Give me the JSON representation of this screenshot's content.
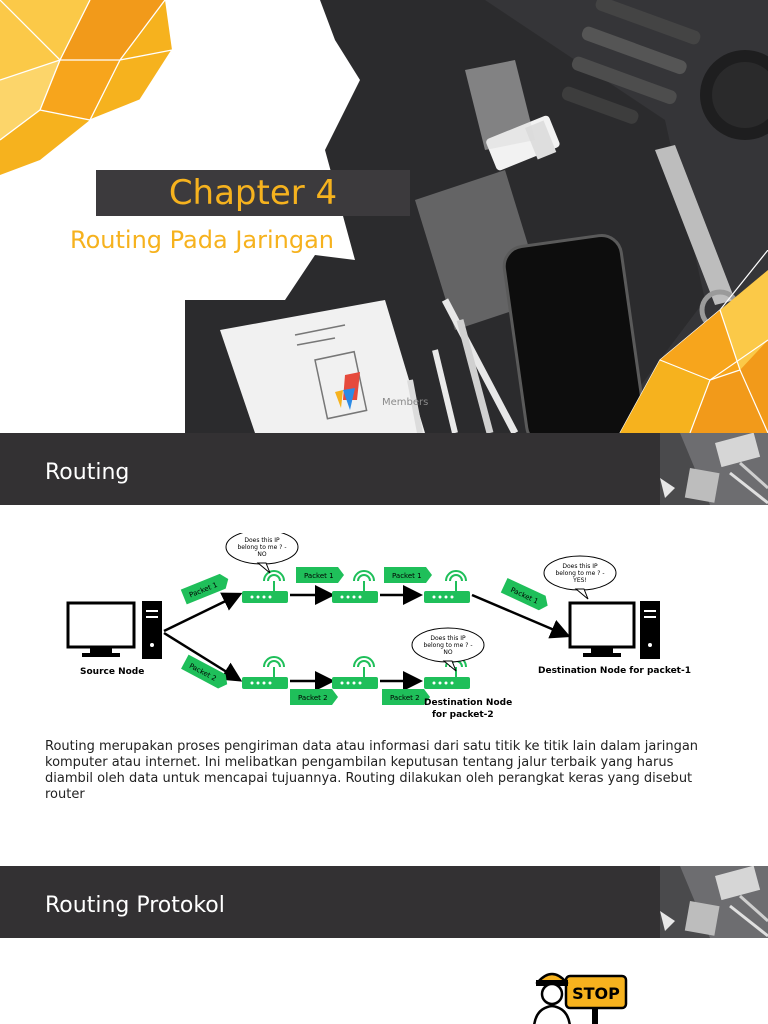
{
  "slide1": {
    "title": "Chapter 4",
    "subtitle": "Routing Pada Jaringan",
    "members_text": "Members"
  },
  "slide2": {
    "header": "Routing",
    "description": "Routing merupakan proses pengiriman data atau informasi dari satu titik ke titik lain dalam jaringan komputer atau internet. Ini melibatkan pengambilan keputusan tentang jalur terbaik yang harus diambil oleh data untuk mencapai tujuannya. Routing dilakukan oleh perangkat keras yang disebut router",
    "diagram": {
      "source_label": "Source Node",
      "dest1_label": "Destination Node for packet-1",
      "dest2_label_line1": "Destination Node",
      "dest2_label_line2": "for packet-2",
      "packet1": "Packet 1",
      "packet2": "Packet 2",
      "bubble_no_line1": "Does this IP",
      "bubble_no_line2": "belong to me ? -",
      "bubble_no_line3": "NO",
      "bubble_yes_line3": "YES!"
    }
  },
  "slide3": {
    "header": "Routing Protokol",
    "stop_label": "STOP"
  },
  "colors": {
    "accent_orange": "#f6b21e",
    "dark_bar": "#333133",
    "router_green": "#1fbf5a"
  }
}
